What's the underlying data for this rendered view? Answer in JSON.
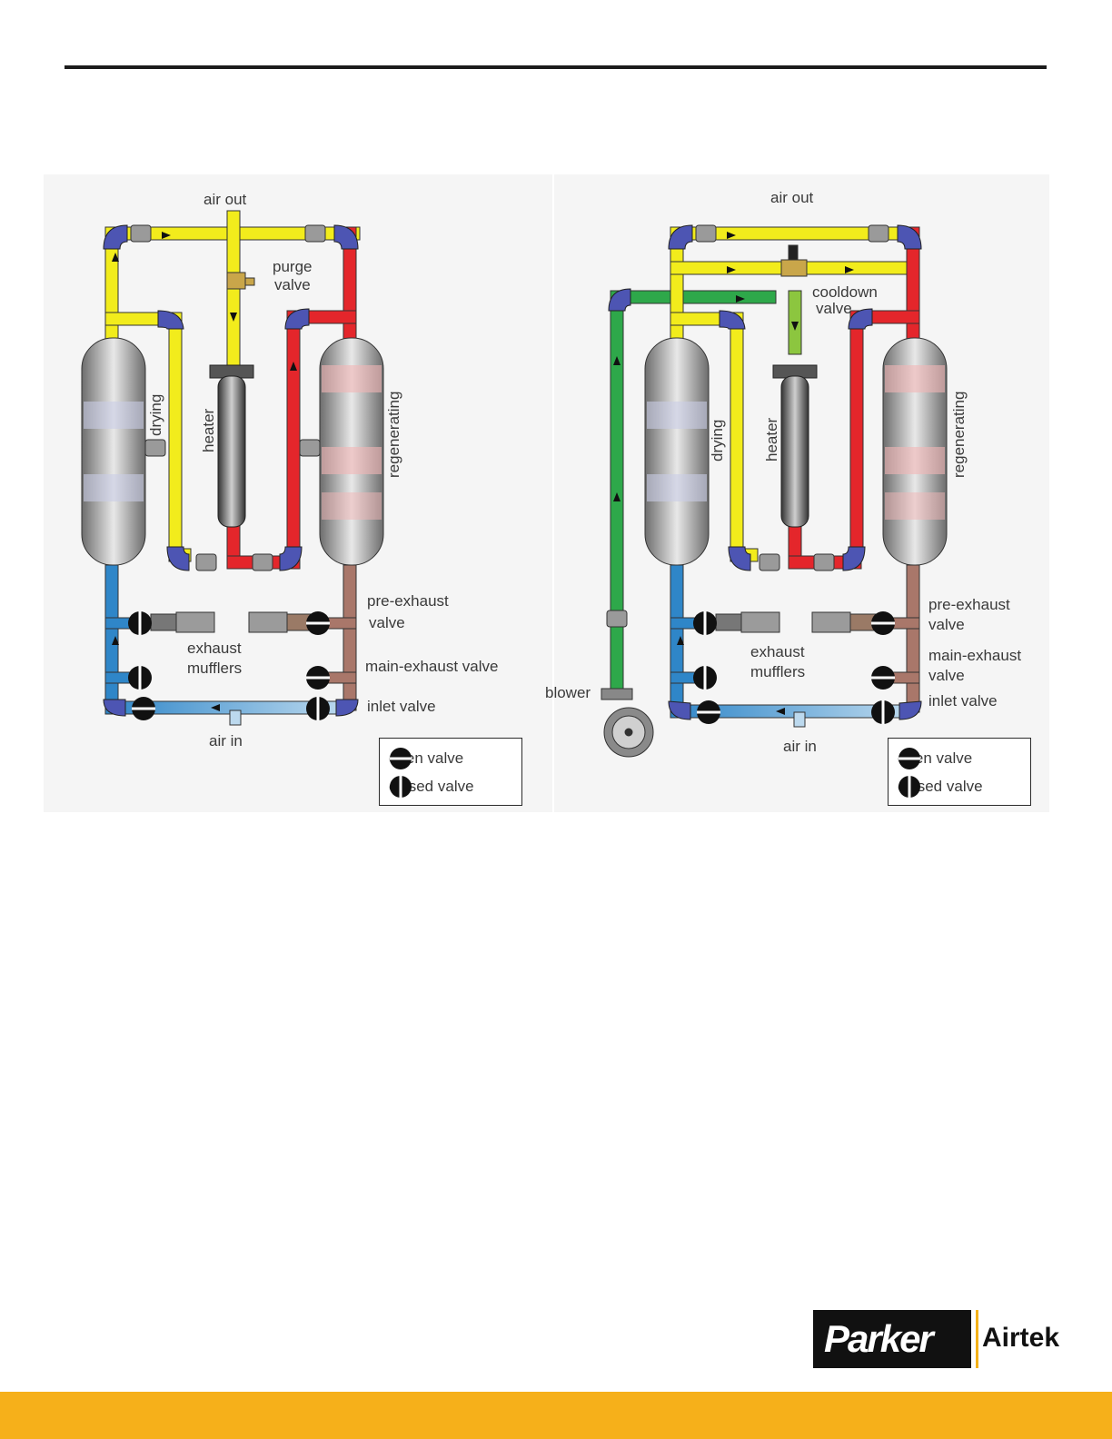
{
  "left_diagram": {
    "labels": {
      "air_out": "air out",
      "purge_valve_1": "purge",
      "purge_valve_2": "valve",
      "drying": "drying",
      "heater": "heater",
      "regenerating": "regenerating",
      "pre_exhaust_1": "pre-exhaust",
      "pre_exhaust_2": "valve",
      "exhaust_1": "exhaust",
      "exhaust_2": "mufflers",
      "main_exhaust": "main-exhaust valve",
      "inlet_valve": "inlet valve",
      "air_in": "air in"
    },
    "legend": {
      "open": "open valve",
      "closed": "closed valve"
    }
  },
  "right_diagram": {
    "labels": {
      "air_out": "air out",
      "cooldown_1": "cooldown",
      "cooldown_2": "valve",
      "drying": "drying",
      "heater": "heater",
      "regenerating": "regenerating",
      "pre_exhaust_1": "pre-exhaust",
      "pre_exhaust_2": "valve",
      "exhaust_1": "exhaust",
      "exhaust_2": "mufflers",
      "main_exhaust_1": "main-exhaust",
      "main_exhaust_2": "valve",
      "inlet_valve": "inlet valve",
      "blower": "blower",
      "air_in": "air in"
    },
    "legend": {
      "open": "open valve",
      "closed": "closed valve"
    }
  },
  "logo": {
    "brand": "Parker",
    "division": "Airtek"
  },
  "colors": {
    "dry_air": "#f2ec1c",
    "hot_air": "#e4262b",
    "wet_air": "#2f86c8",
    "cooling_air": "#2ea84a",
    "exhaust": "#a9776a",
    "elbow": "#4d55b3",
    "footer": "#f6b01a"
  }
}
